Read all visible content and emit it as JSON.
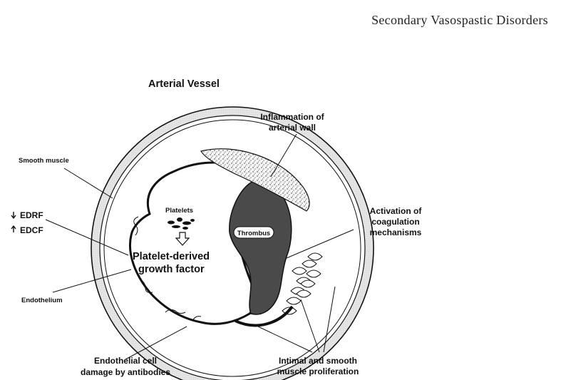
{
  "header": {
    "running_head": "Secondary Vasospastic Disorders"
  },
  "figure": {
    "title": "Arterial Vessel",
    "labels": {
      "smooth_muscle": "Smooth muscle",
      "edrf": "EDRF",
      "edcf": "EDCF",
      "endothelium": "Endothelium",
      "platelets": "Platelets",
      "pdgf_line1": "Platelet-derived",
      "pdgf_line2": "growth factor",
      "thrombus": "Thrombus",
      "inflammation_line1": "Inflammation of",
      "inflammation_line2": "arterial wall",
      "activation_line1": "Activation of",
      "activation_line2": "coagulation",
      "activation_line3": "mechanisms",
      "damage_line1": "Endothelial cell",
      "damage_line2": "damage by antibodies",
      "proliferation_line1": "Intimal and smooth",
      "proliferation_line2": "muscle proliferation"
    },
    "arrows": {
      "edrf_direction": "down",
      "edcf_direction": "up"
    }
  }
}
